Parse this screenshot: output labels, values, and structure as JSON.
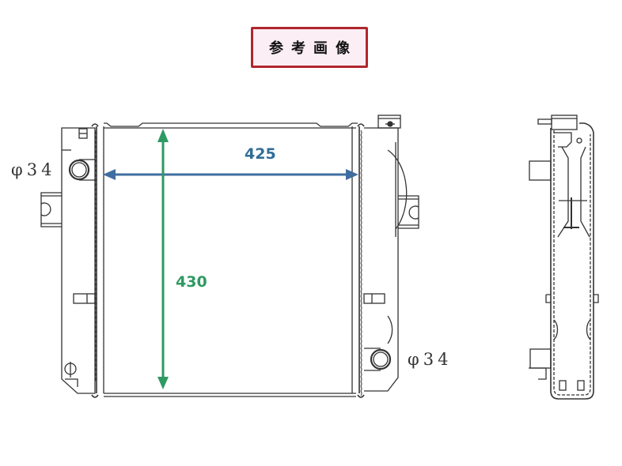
{
  "header": {
    "badge_label": "参考画像",
    "badge_border_color": "#b0262e",
    "badge_bg_color": "#fbeef4"
  },
  "front_view": {
    "width_dimension": "425",
    "width_dimension_color": "#2f6e96",
    "height_dimension": "430",
    "height_dimension_color": "#2e9a62",
    "upper_left_pipe_label": "φ34",
    "lower_right_pipe_label": "φ34"
  },
  "side_view": {
    "label": ""
  }
}
